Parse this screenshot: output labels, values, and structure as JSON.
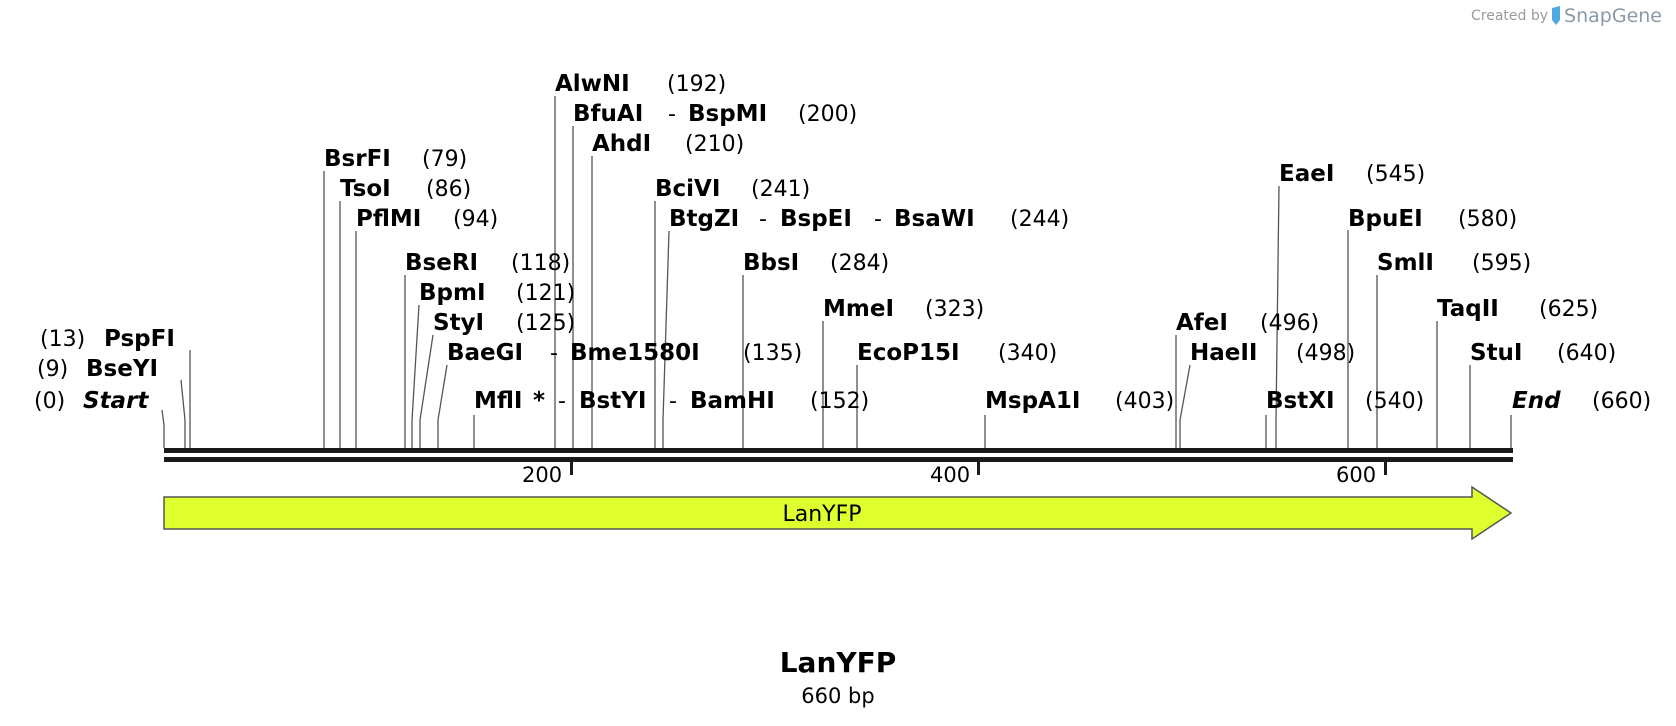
{
  "credit": {
    "prefix": "Created by",
    "brand": "SnapGene",
    "logo_icon": "snapgene-logo-icon"
  },
  "sequence": {
    "name": "LanYFP",
    "length_label": "660 bp",
    "length": 660
  },
  "ruler_ticks": [
    "200",
    "400",
    "600"
  ],
  "feature": {
    "label": "LanYFP",
    "color": "#e0ff2f",
    "direction": "forward",
    "start": 0,
    "end": 660
  },
  "terminals": [
    {
      "pos": "(0)",
      "name": "Start"
    },
    {
      "pos": "(660)",
      "name": "End"
    }
  ],
  "sites": [
    {
      "name": "AlwNI",
      "pos": "(192)"
    },
    {
      "name": "BfuAI",
      "name2": "BspMI",
      "pos": "(200)"
    },
    {
      "name": "AhdI",
      "pos": "(210)"
    },
    {
      "name": "BsrFI",
      "pos": "(79)"
    },
    {
      "name": "TsoI",
      "pos": "(86)"
    },
    {
      "name": "PflMI",
      "pos": "(94)"
    },
    {
      "name": "BciVI",
      "pos": "(241)"
    },
    {
      "name": "BtgZI",
      "name2": "BspEI",
      "name3": "BsaWI",
      "pos": "(244)"
    },
    {
      "name": "BseRI",
      "pos": "(118)"
    },
    {
      "name": "BbsI",
      "pos": "(284)"
    },
    {
      "name": "BpmI",
      "pos": "(121)"
    },
    {
      "name": "StyI",
      "pos": "(125)"
    },
    {
      "name": "MmeI",
      "pos": "(323)"
    },
    {
      "name": "BaeGI",
      "name2": "Bme1580I",
      "pos": "(135)"
    },
    {
      "name": "EcoP15I",
      "pos": "(340)"
    },
    {
      "name": "MflI",
      "star": "*",
      "name2": "BstYI",
      "name3": "BamHI",
      "pos": "(152)"
    },
    {
      "name": "MspA1I",
      "pos": "(403)"
    },
    {
      "name": "PspFI",
      "pos": "(13)"
    },
    {
      "name": "BseYI",
      "pos": "(9)"
    },
    {
      "name": "EaeI",
      "pos": "(545)"
    },
    {
      "name": "BpuEI",
      "pos": "(580)"
    },
    {
      "name": "SmlI",
      "pos": "(595)"
    },
    {
      "name": "TaqII",
      "pos": "(625)"
    },
    {
      "name": "StuI",
      "pos": "(640)"
    },
    {
      "name": "AfeI",
      "pos": "(496)"
    },
    {
      "name": "HaeII",
      "pos": "(498)"
    },
    {
      "name": "BstXI",
      "pos": "(540)"
    }
  ]
}
